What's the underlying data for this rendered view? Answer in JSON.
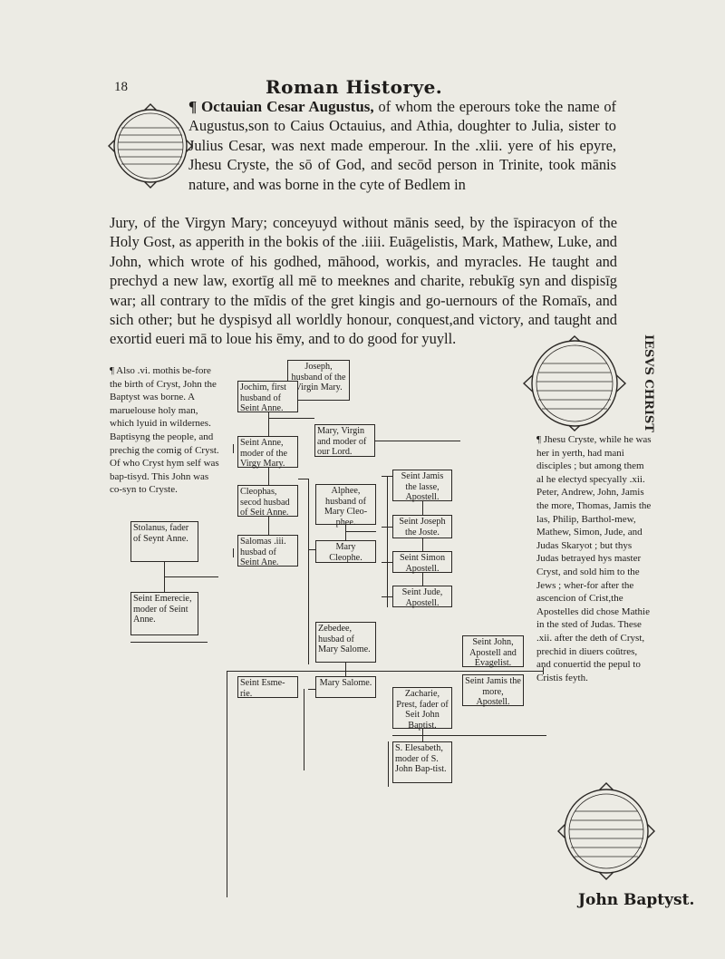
{
  "page": {
    "number": "18",
    "running_head": "Roman Historye."
  },
  "intro": {
    "pilcrow": "¶",
    "lead": "Octauian Cesar Augustus,",
    "body": " of whom the eperours toke the name of Augustus,son to Caius Octauius, and Athia, doughter to Julia, sister to Julius Cesar, was next made emperour. In the .xlii. yere of his epyre, Jhesu Cryste, the sō of God, and secōd person in Trinite, took mānis nature, and was borne in the cyte of Bedlem in",
    "continued": "Jury, of the Virgyn Mary; conceyuyd without mānis seed, by the īspiracyon of the Holy Gost, as apperith in the bokis of the .iiii. Euāgelistis, Mark, Mathew, Luke, and John, which wrote of his godhed, māhood, workis, and myracles. He taught and prechyd a new law, exortīg all mē to meeknes and charite, rebukīg syn and dispisīg war; all contrary to the mīdis of the gret kingis and go-uernours of the Romaīs, and sich other; but he dyspisyd all worldly honour, conquest,and victory, and taught and exortid eueri mā to loue his ēmy, and to do good for yuyll."
  },
  "medal_top": {
    "legend": "IESVS CHRIST"
  },
  "medal_bottom": {
    "caption": "John Baptyst."
  },
  "left_note": "¶ Also .vi. mothis be-fore the birth of Cryst, John the Baptyst was borne. A maruelouse holy man, which lyuid in wildernes. Baptisyng the people, and prechig the comig of Cryst. Of who Cryst hym self was bap-tisyd. This John was co-syn to Cryste.",
  "right_note": "¶ Jhesu Cryste, while he was her in yerth, had mani disciples ; but among them al he electyd specyally .xii. Peter, Andrew, John, Jamis the more, Thomas, Jamis the las, Philip, Barthol-mew, Mathew, Simon, Jude, and Judas Skaryot ; but thys Judas betrayed hys master Cryst, and sold him to the Jews ; wher-for after the ascencion of Crist,the Apostelles did chose Mathie in the sted of Judas. These .xii. after the deth of Cryst, prechid in diuers coūtres, and conuertid the pepul to Cristis feyth.",
  "tree": {
    "joseph": "Joseph, husband of the Virgin Mary.",
    "jochim": "Jochim, first husband of Seint Anne.",
    "mary_virgin": "Mary, Virgin and moder of our Lord.",
    "anne": "Seint Anne, moder of the Virgy Mary.",
    "cleophas": "Cleophas, secod husbad of Seit Anne.",
    "alphee": "Alphee, husband of Mary Cleo-phee.",
    "james_less": "Seint Jamis the lasse, Apostell.",
    "joseph_just": "Seint Joseph the Joste.",
    "stolanus": "Stolanus, fader of Seynt Anne.",
    "salomas": "Salomas .iii. husbad of Seint Ane.",
    "mary_cleophe": "Mary Cleophe.",
    "simon": "Seint Simon Apostell.",
    "jude": "Seint Jude, Apostell.",
    "emerencie": "Seint Emerecie, moder of Seint Anne.",
    "zebedee": "Zebedee, husbad of Mary Salome.",
    "john_ev": "Seint John, Apostell and Evagelist.",
    "esmerie": "Seint Esme-rie.",
    "mary_salome": "Mary Salome.",
    "zacharie": "Zacharie, Prest, fader of Seit John Baptist.",
    "james_more": "Seint Jamis the more, Apostell.",
    "elisabeth": "S. Elesabeth, moder of S. John Bap-tist."
  }
}
